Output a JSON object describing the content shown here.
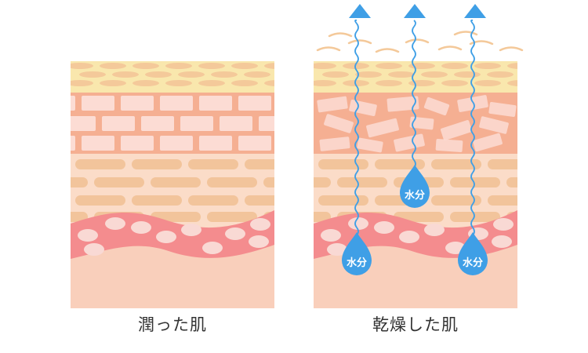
{
  "panels": {
    "moist": {
      "caption": "潤った肌"
    },
    "dry": {
      "caption": "乾燥した肌"
    }
  },
  "water_label": "水分",
  "colors": {
    "background": "#ffffff",
    "stratum_corneum": "#f9e7ad",
    "corneum_cells": "#f4c99a",
    "granular_layer": "#f5af92",
    "granular_cells": "#fcdcd4",
    "spinous_layer": "#fbdcc8",
    "spinous_cells": "#f2c49b",
    "basal_wave": "#f48c8e",
    "basal_cells": "#f9d9d4",
    "dermis": "#f9cfbb",
    "water": "#3f9fe6",
    "caption_text": "#333333"
  },
  "icons": [
    "evaporation-arrow-icon",
    "water-drop-icon",
    "wavy-line-icon"
  ]
}
